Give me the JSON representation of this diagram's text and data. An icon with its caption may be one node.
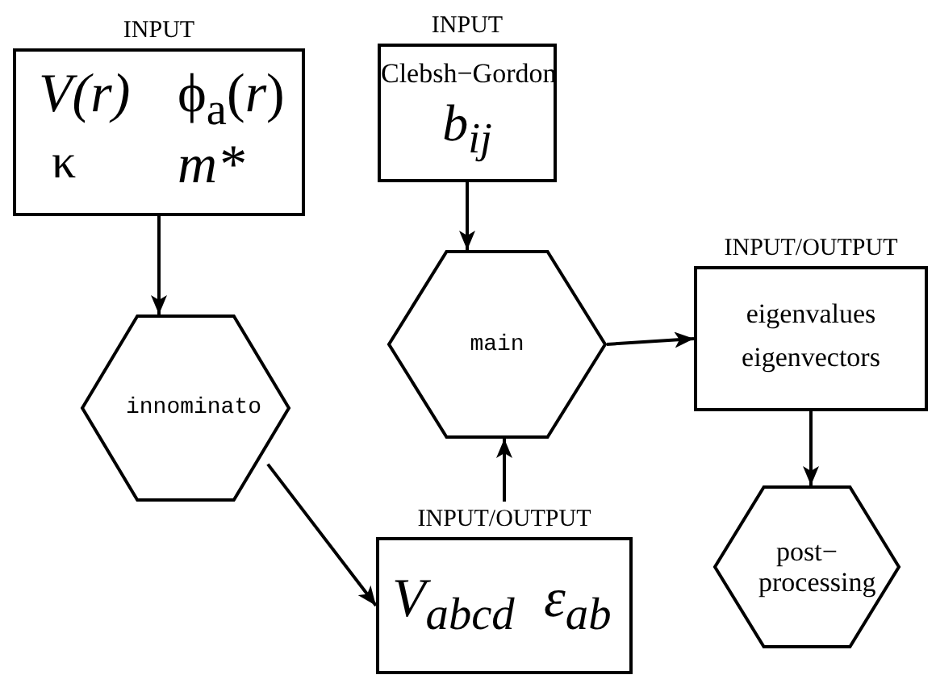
{
  "diagram": {
    "nodes": [
      {
        "text": [
          "INPUT",
          "V(r)",
          "ϕ$_{a}$(*r*)",
          "κ",
          "m*"
        ]
      },
      {
        "text": [
          "INPUT",
          "Clebsh−Gordon",
          "b$_{ij}$"
        ]
      },
      {
        "text": [
          "innominato"
        ]
      },
      {
        "text": [
          "main"
        ]
      },
      {
        "text": [
          "INPUT/OUTPUT",
          "eigenvalues eigenvectors"
        ]
      },
      {
        "text": [
          "INPUT/OUTPUT",
          "V$_{abcd}$",
          "ε$_{ab}$"
        ]
      },
      {
        "text": [
          "post− processing"
        ]
      }
    ],
    "edges": [
      {
        "from": 0,
        "to": 2,
        "arrow": "to"
      },
      {
        "from": 1,
        "to": 3,
        "arrow": "to"
      },
      {
        "from": 3,
        "to": 4,
        "arrow": "to"
      },
      {
        "from": 4,
        "to": 6,
        "arrow": "to"
      },
      {
        "from": 2,
        "to": 5,
        "arrow": "to"
      },
      {
        "from": 5,
        "to": 3,
        "arrow": "to"
      }
    ]
  }
}
